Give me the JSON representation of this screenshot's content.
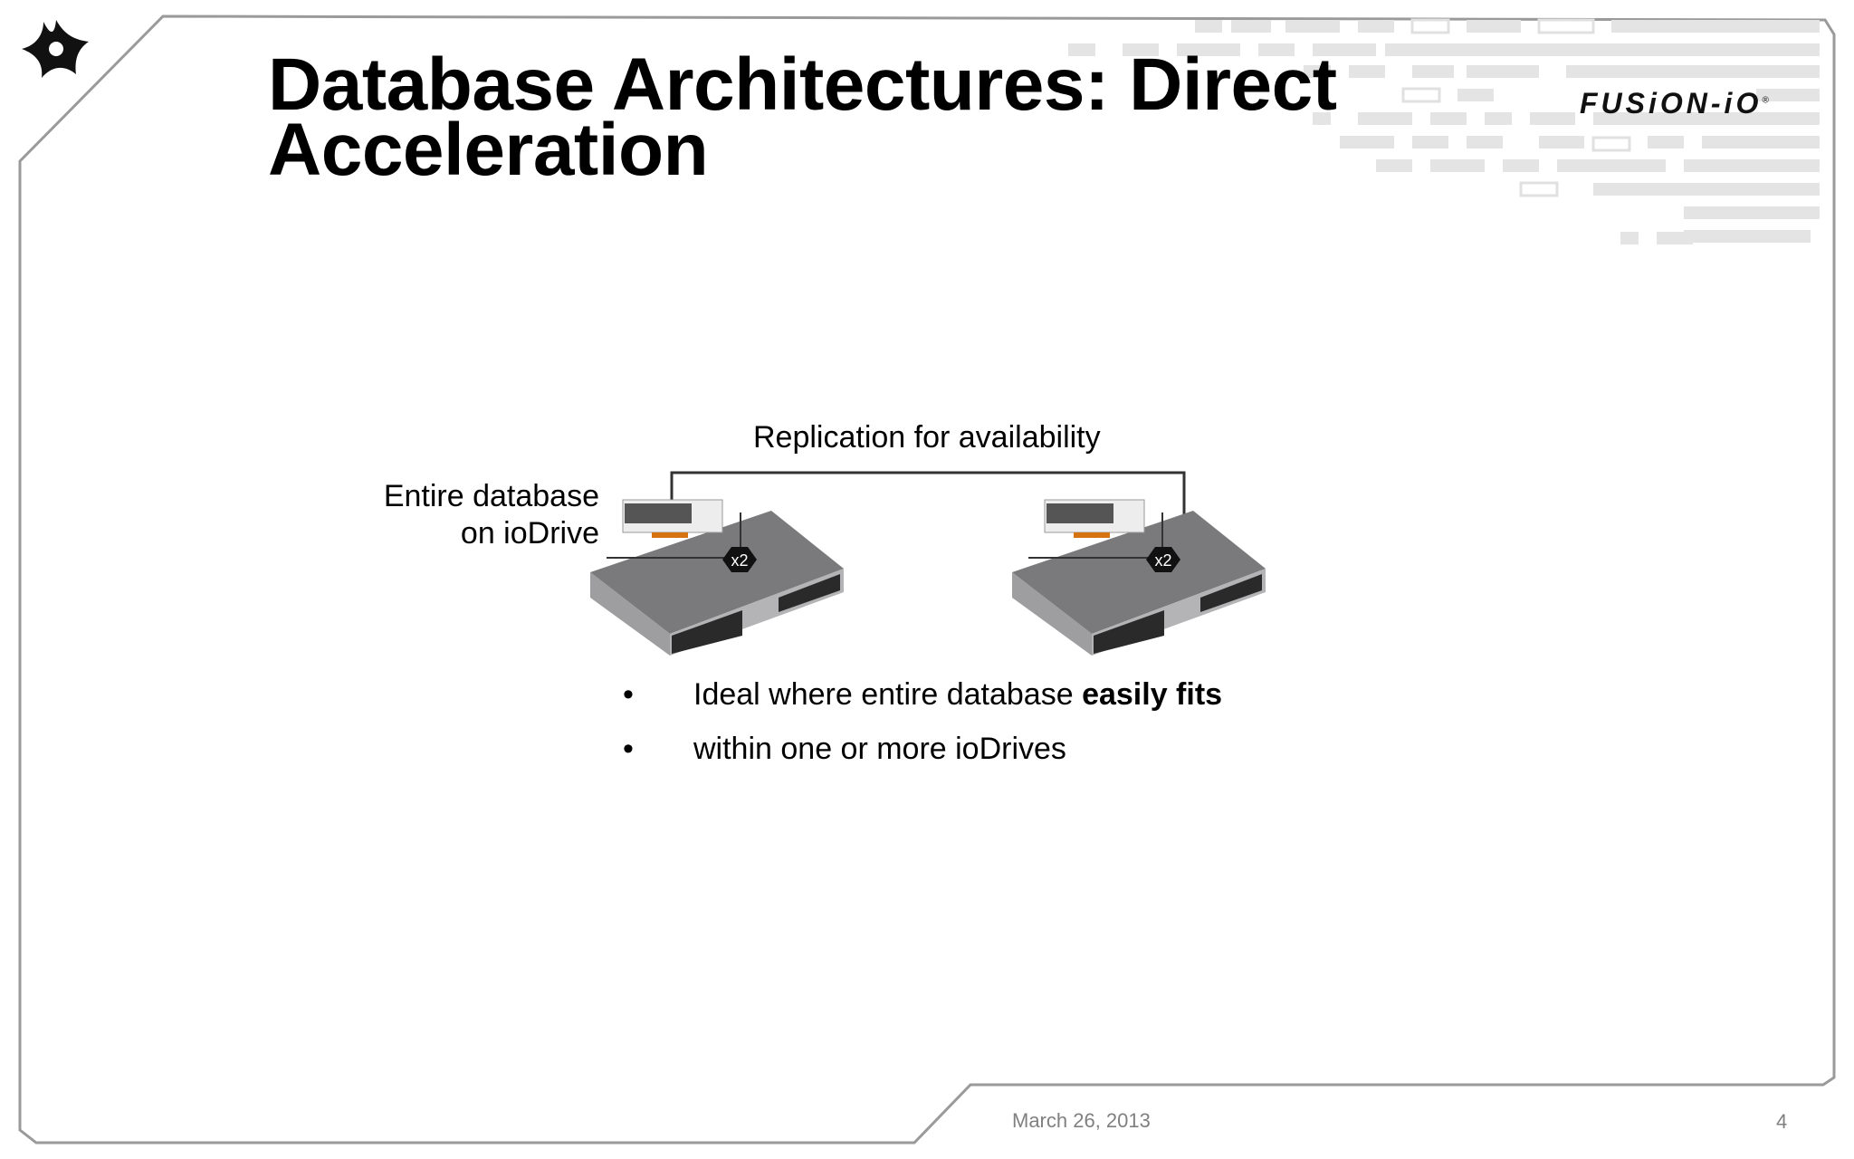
{
  "slide": {
    "title_line1": "Database Architectures: Direct",
    "title_line2": "Acceleration",
    "brand": "FUSiON-iO",
    "brand_mark": "®",
    "logo_icon": "fusion-io-star-logo"
  },
  "diagram": {
    "replication_label": "Replication for availability",
    "db_label_line1": "Entire database",
    "db_label_line2": "on ioDrive",
    "server_left_badge": "x2",
    "server_right_badge": "x2"
  },
  "bullets": [
    {
      "marker": "•",
      "text": "Ideal where entire database ",
      "bold": "easily fits"
    },
    {
      "marker": "•",
      "text": "within one or more ioDrives",
      "bold": ""
    }
  ],
  "footer": {
    "date": "March 26, 2013",
    "page": "4"
  },
  "colors": {
    "frame": "#9a9a9a",
    "server_top": "#7a7a7c",
    "server_front": "#b4b4b6",
    "badge": "#111111",
    "footer_text": "#808080"
  }
}
